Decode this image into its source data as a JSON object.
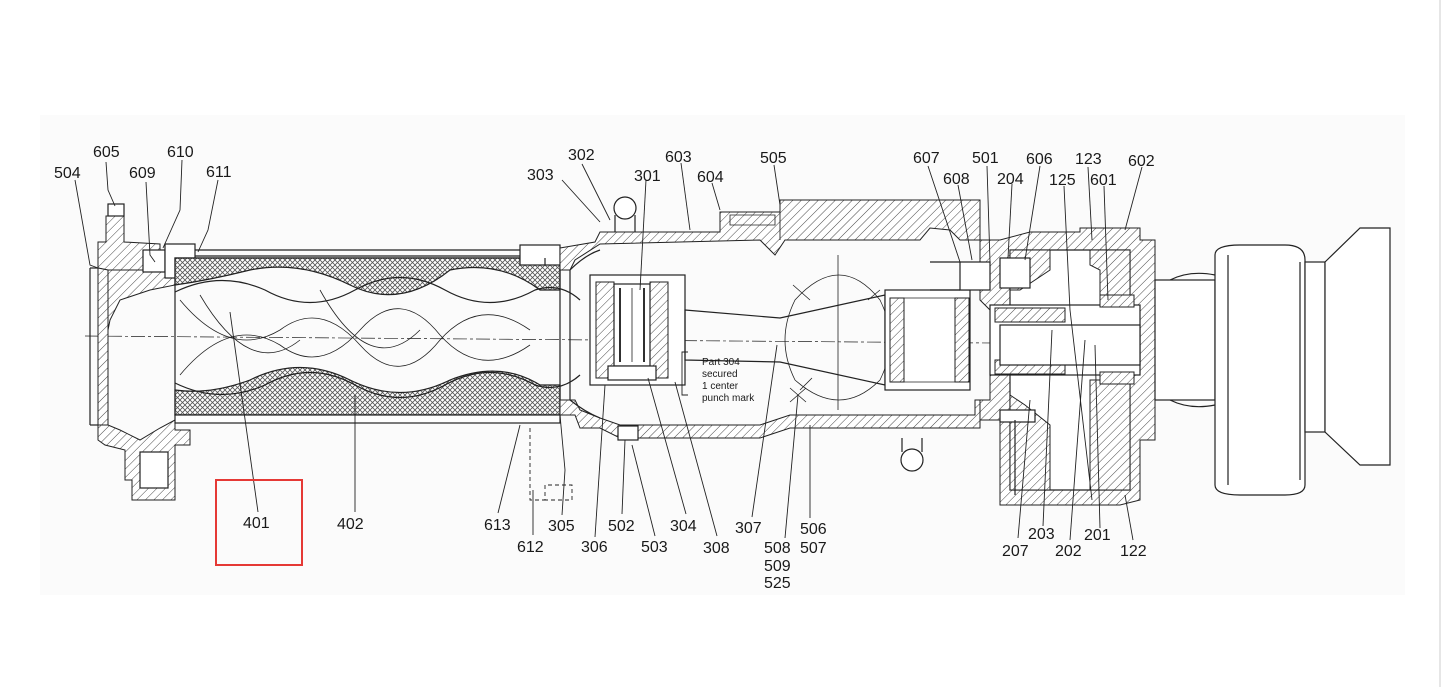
{
  "drawing": {
    "note": [
      "Part 304",
      "secured",
      "1 center",
      "punch mark"
    ],
    "labels": {
      "l504": "504",
      "l605": "605",
      "l609": "609",
      "l610": "610",
      "l611": "611",
      "l401": "401",
      "l402": "402",
      "l613": "613",
      "l612": "612",
      "l305": "305",
      "l306": "306",
      "l303": "303",
      "l302": "302",
      "l301": "301",
      "l603": "603",
      "l604": "604",
      "l505": "505",
      "l502": "502",
      "l503": "503",
      "l304": "304",
      "l308": "308",
      "l307": "307",
      "l508": "508",
      "l509": "509",
      "l525": "525",
      "l506": "506",
      "l507": "507",
      "l607": "607",
      "l608": "608",
      "l501": "501",
      "l204": "204",
      "l606": "606",
      "l123": "123",
      "l125": "125",
      "l601": "601",
      "l602": "602",
      "l207": "207",
      "l203": "203",
      "l202": "202",
      "l201": "201",
      "l122": "122"
    },
    "highlight_label": "401",
    "highlight_color": "#e53935"
  }
}
